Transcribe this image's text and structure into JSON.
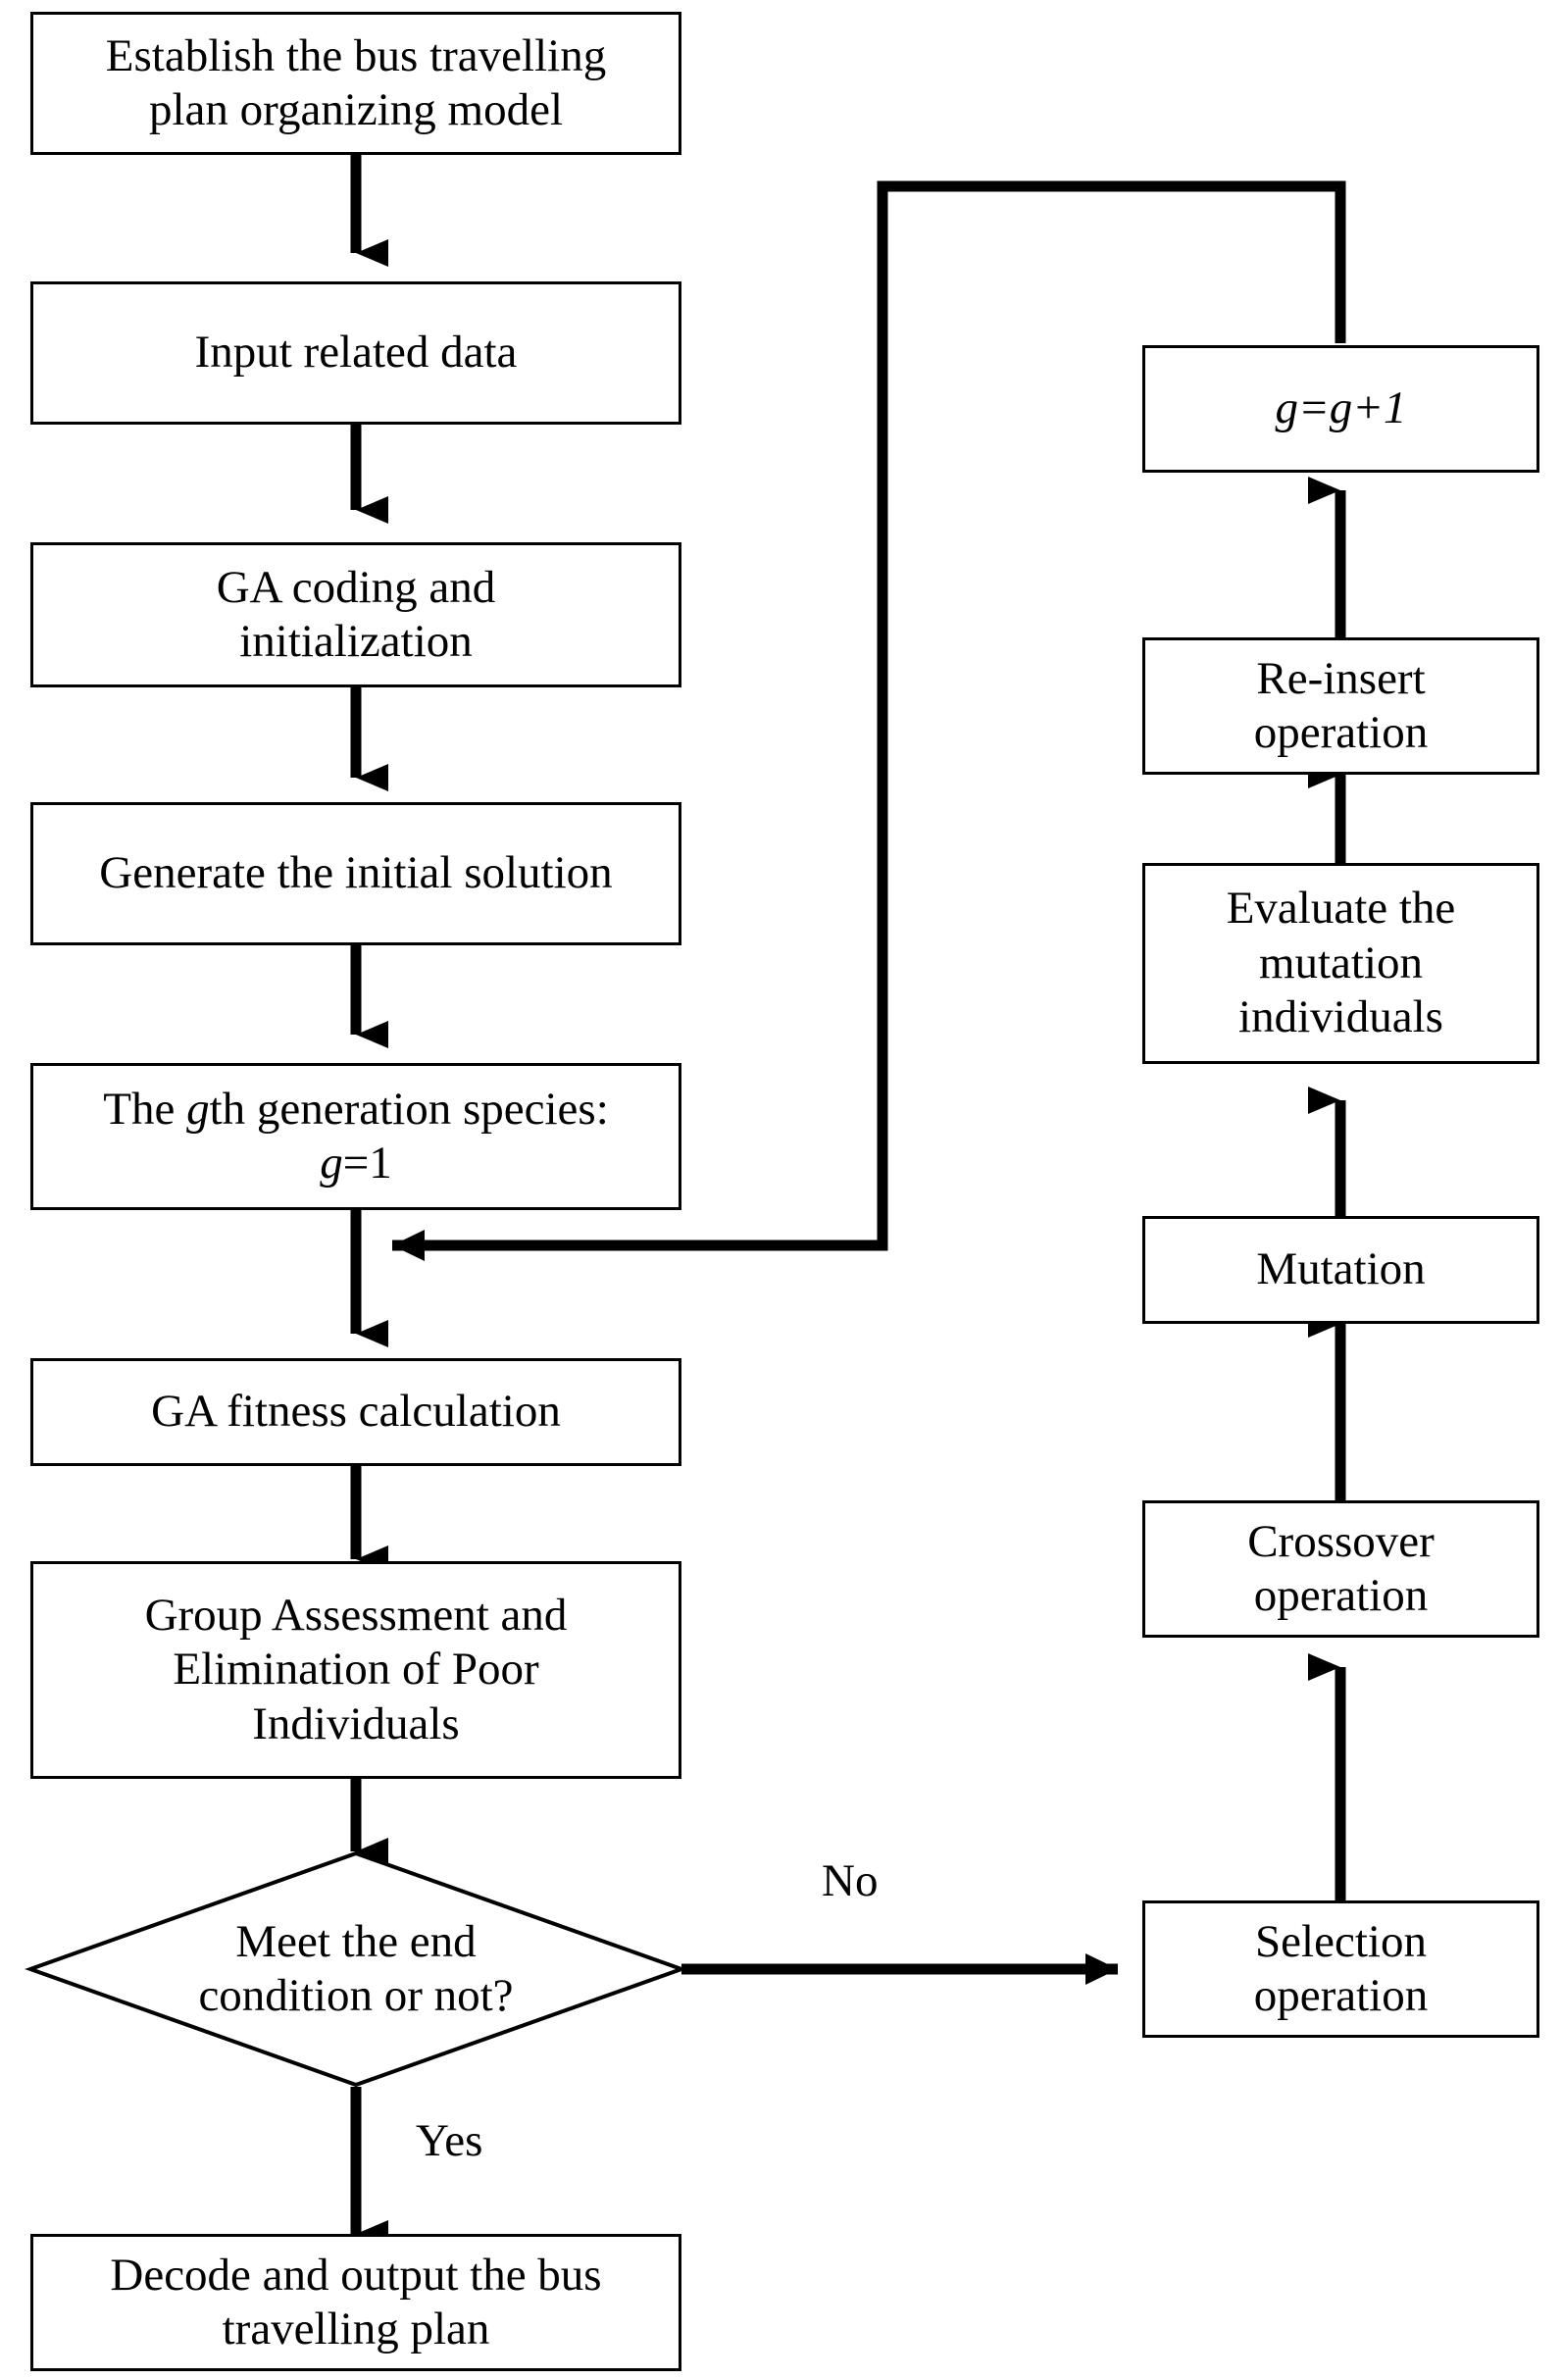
{
  "diagram": {
    "title": "Bus travelling plan organizing genetic algorithm flowchart",
    "type": "flowchart",
    "stroke_color": "#000000",
    "fill_color": "#ffffff",
    "nodes": [
      {
        "id": "establish",
        "shape": "process",
        "label": "Establish the bus travelling\nplan organizing model"
      },
      {
        "id": "input",
        "shape": "process",
        "label": "Input related data"
      },
      {
        "id": "coding",
        "shape": "process",
        "label": "GA coding and\ninitialization"
      },
      {
        "id": "generate",
        "shape": "process",
        "label": "Generate the initial solution"
      },
      {
        "id": "gth",
        "shape": "process",
        "label_pre": "The ",
        "label_italic": "g",
        "label_mid": "th generation species:\n",
        "label_italic2": "g",
        "label_post": "=1"
      },
      {
        "id": "fitness",
        "shape": "process",
        "label": "GA fitness calculation"
      },
      {
        "id": "group",
        "shape": "process",
        "label": "Group Assessment and\nElimination of Poor\nIndividuals"
      },
      {
        "id": "decision",
        "shape": "decision",
        "label": "Meet the end\ncondition or not?"
      },
      {
        "id": "decode",
        "shape": "process",
        "label": "Decode and output the bus\ntravelling plan"
      },
      {
        "id": "increment",
        "shape": "process",
        "label_italic": "g=g+1"
      },
      {
        "id": "reinsert",
        "shape": "process",
        "label": "Re-insert\noperation"
      },
      {
        "id": "evaluate",
        "shape": "process",
        "label": "Evaluate the\nmutation\nindividuals"
      },
      {
        "id": "mutation",
        "shape": "process",
        "label": "Mutation"
      },
      {
        "id": "crossover",
        "shape": "process",
        "label": "Crossover\noperation"
      },
      {
        "id": "selection",
        "shape": "process",
        "label": "Selection\noperation"
      }
    ],
    "edge_labels": {
      "no": "No",
      "yes": "Yes"
    },
    "edges": [
      {
        "from": "establish",
        "to": "input"
      },
      {
        "from": "input",
        "to": "coding"
      },
      {
        "from": "coding",
        "to": "generate"
      },
      {
        "from": "generate",
        "to": "gth"
      },
      {
        "from": "gth",
        "to": "fitness"
      },
      {
        "from": "fitness",
        "to": "group"
      },
      {
        "from": "group",
        "to": "decision"
      },
      {
        "from": "decision",
        "to": "decode",
        "label": "Yes"
      },
      {
        "from": "decision",
        "to": "selection",
        "label": "No"
      },
      {
        "from": "selection",
        "to": "crossover"
      },
      {
        "from": "crossover",
        "to": "mutation"
      },
      {
        "from": "mutation",
        "to": "evaluate"
      },
      {
        "from": "evaluate",
        "to": "reinsert"
      },
      {
        "from": "reinsert",
        "to": "increment"
      },
      {
        "from": "increment",
        "to": "fitness_join"
      }
    ]
  }
}
